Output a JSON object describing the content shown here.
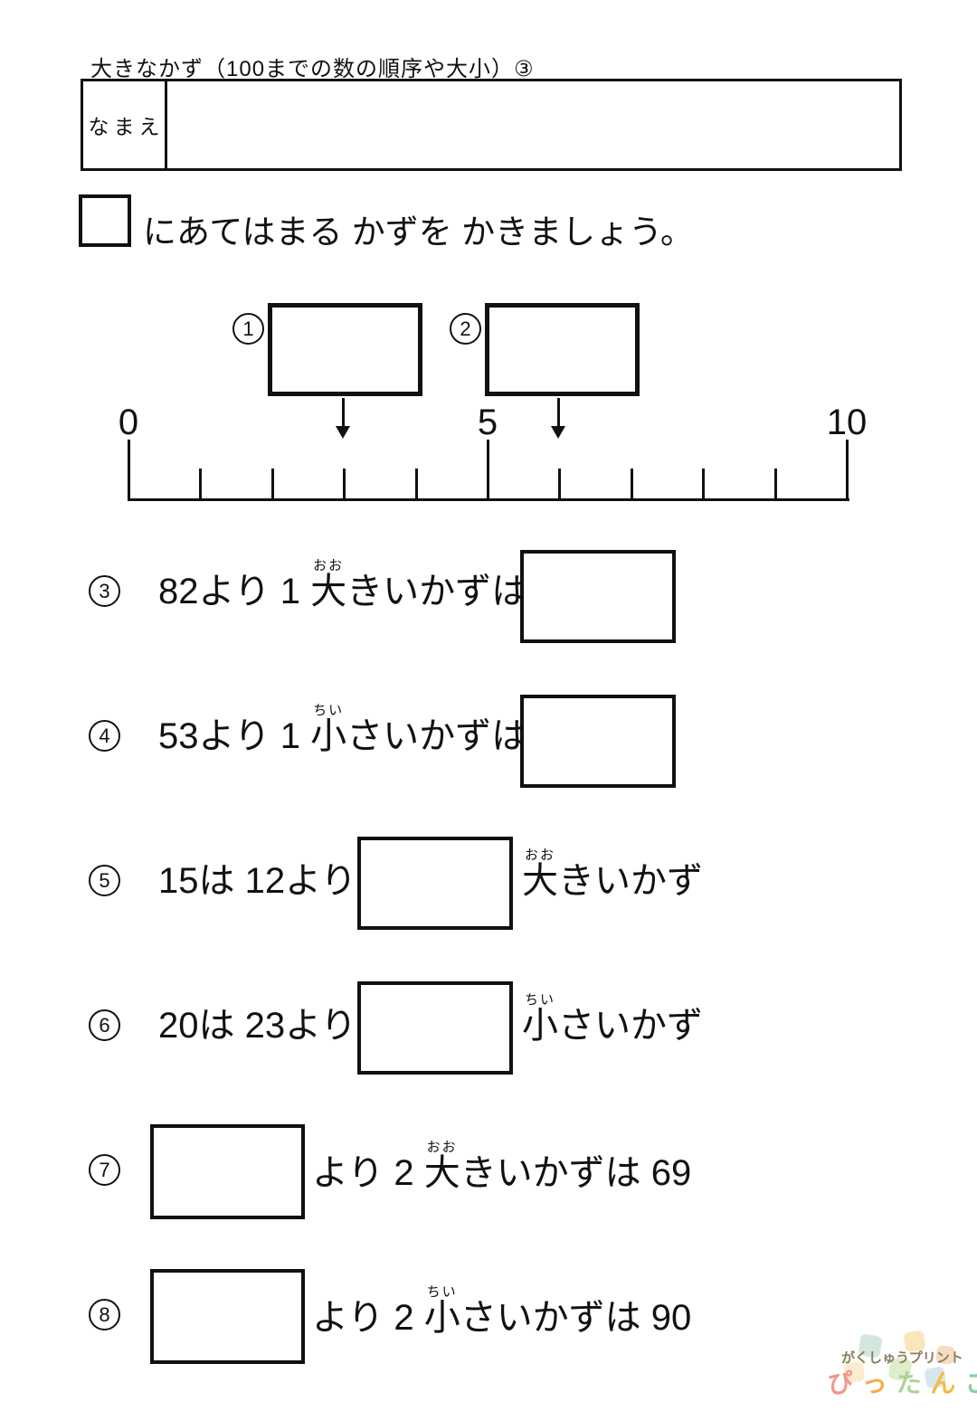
{
  "page": {
    "title": "大きなかず（100までの数の順序や大小）③",
    "name_label": "なまえ",
    "instruction": "にあてはまる かずを かきましょう。"
  },
  "number_line": {
    "label_0": "0",
    "label_5": "5",
    "label_10": "10",
    "box1_num": "1",
    "box2_num": "2"
  },
  "questions": [
    {
      "num": "3",
      "pre": "82より 1 ",
      "ruby_base": "大",
      "ruby_text": "おお",
      "post": "きいかずは"
    },
    {
      "num": "4",
      "pre": "53より 1 ",
      "ruby_base": "小",
      "ruby_text": "ちい",
      "post": "さいかずは"
    },
    {
      "num": "5",
      "pre": "15は 12より",
      "ruby_base": "大",
      "ruby_text": "おお",
      "post": "きいかず"
    },
    {
      "num": "6",
      "pre": "20は 23より",
      "ruby_base": "小",
      "ruby_text": "ちい",
      "post": "さいかず"
    },
    {
      "num": "7",
      "pre": "より 2 ",
      "ruby_base": "大",
      "ruby_text": "おお",
      "post": "きいかずは 69"
    },
    {
      "num": "8",
      "pre": "より 2 ",
      "ruby_base": "小",
      "ruby_text": "ちい",
      "post": "さいかずは 90"
    }
  ],
  "logo": {
    "line1": "がくしゅうプリント",
    "line1_color": "#8b7c5c",
    "line2_chars": [
      {
        "ch": "ぴ",
        "color": "#f0998a"
      },
      {
        "ch": "っ",
        "color": "#f5af4c"
      },
      {
        "ch": "た",
        "color": "#aed394"
      },
      {
        "ch": "ん",
        "color": "#f5bb40"
      },
      {
        "ch": "こ",
        "color": "#8fce9f"
      },
      {
        "ch": "！",
        "color": "#f5a93b"
      }
    ]
  }
}
